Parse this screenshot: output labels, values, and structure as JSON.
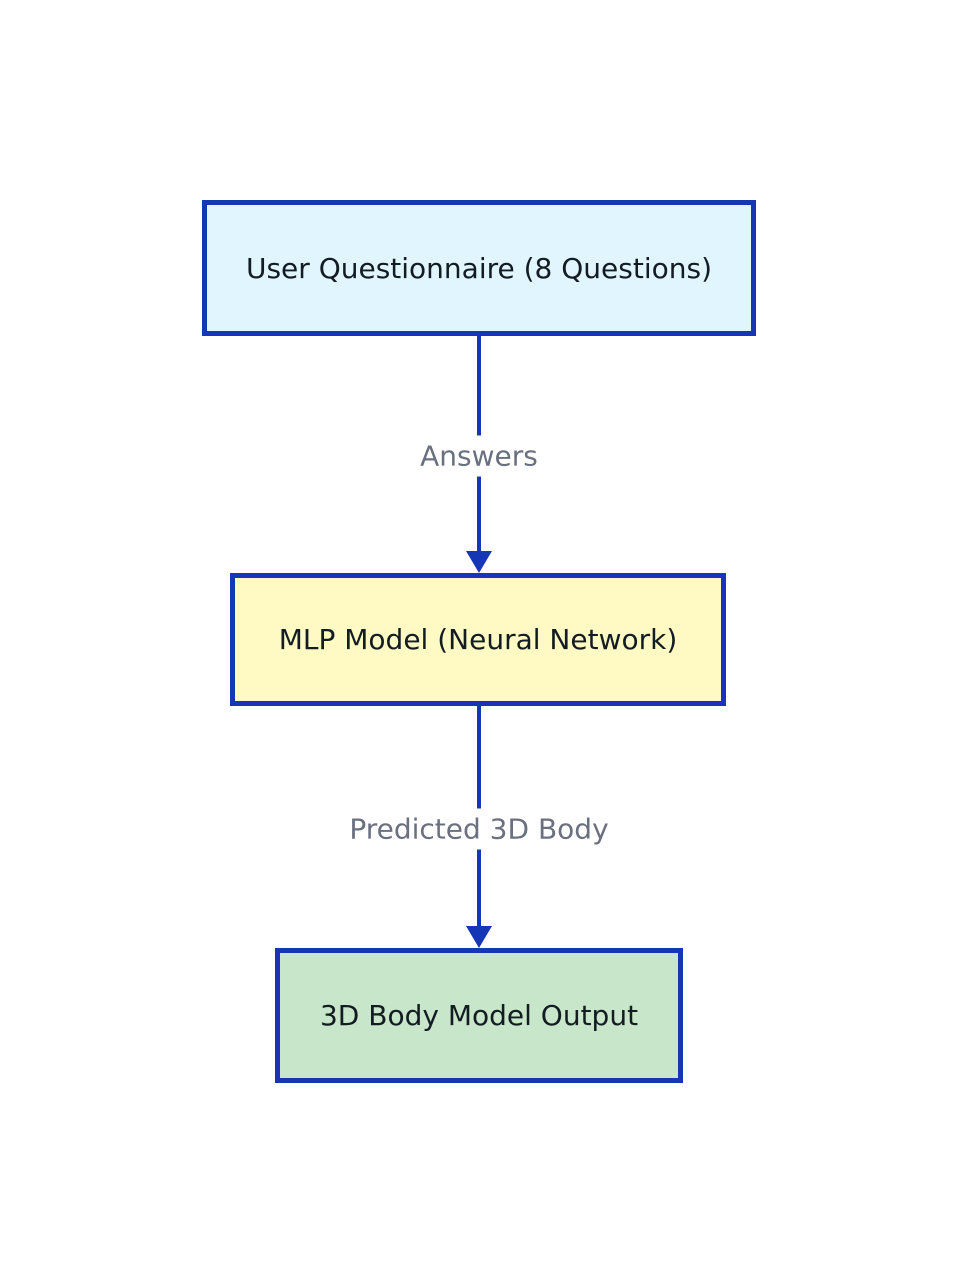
{
  "diagram": {
    "background": "#ffffff",
    "edge_color": "#1637b5",
    "edge_label_color": "#6b7080",
    "nodes": [
      {
        "id": "user-questionnaire",
        "label": "User Questionnaire (8 Questions)",
        "fill": "#e1f5fe",
        "stroke": "#1637b5",
        "text_color": "#131c22"
      },
      {
        "id": "mlp-model",
        "label": "MLP Model (Neural Network)",
        "fill": "#fff9c4",
        "stroke": "#1637b5",
        "text_color": "#131c22"
      },
      {
        "id": "body-model-output",
        "label": "3D Body Model Output",
        "fill": "#c8e6c9",
        "stroke": "#1637b5",
        "text_color": "#131c22"
      }
    ],
    "edges": [
      {
        "from": "user-questionnaire",
        "to": "mlp-model",
        "label": "Answers"
      },
      {
        "from": "mlp-model",
        "to": "body-model-output",
        "label": "Predicted 3D Body"
      }
    ]
  }
}
